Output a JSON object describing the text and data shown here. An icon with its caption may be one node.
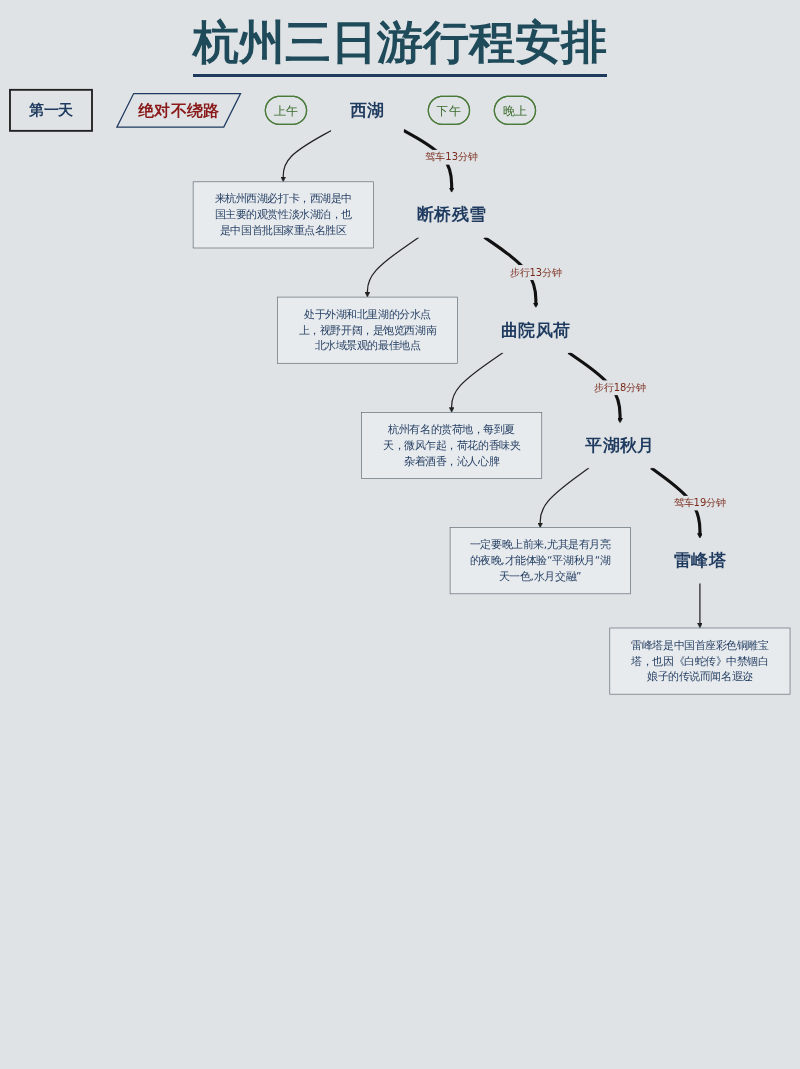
{
  "diagram": {
    "title": "杭州三日游行程安排",
    "nodes": [
      {
        "text": [
          "第一天"
        ]
      },
      {
        "text": [
          "绝对不绕路"
        ]
      },
      {
        "text": [
          "上午"
        ]
      },
      {
        "text": [
          "西湖"
        ]
      },
      {
        "text": [
          "来杭州西湖必打卡，西湖是中国主要的观赏性淡水湖泊，也是中国首批国家重点名胜区"
        ]
      },
      {
        "text": [
          "下午"
        ]
      },
      {
        "text": [
          "断桥残雪"
        ]
      },
      {
        "text": [
          "处于外湖和北里湖的分水点上，视野开阔，是饱览西湖南北水域景观的最佳地点"
        ]
      },
      {
        "text": [
          "曲院风荷"
        ]
      },
      {
        "text": [
          "杭州有名的赏荷地，每到夏天，微风乍起，荷花的香味夹杂着酒香，沁人心脾"
        ]
      },
      {
        "text": [
          "晚上"
        ]
      },
      {
        "text": [
          "平湖秋月"
        ]
      },
      {
        "text": [
          "一定要晚上前来,尤其是有月亮的夜晚,才能体验“平湖秋月“湖天一色,水月交融”"
        ]
      },
      {
        "text": [
          "雷峰塔"
        ]
      },
      {
        "text": [
          "雷峰塔是中国首座彩色铜雕宝塔，也因《白蛇传》中禁锢白娘子的传说而闻名遐迩"
        ]
      }
    ],
    "edges": [
      {
        "from": 3,
        "to": 4,
        "arrow": "to"
      },
      {
        "from": 3,
        "to": 6,
        "arrow": "to",
        "label": "驾车13分钟",
        "style": "thick"
      },
      {
        "from": 6,
        "to": 7,
        "arrow": "to"
      },
      {
        "from": 6,
        "to": 8,
        "arrow": "to",
        "label": "步行13分钟",
        "style": "thick"
      },
      {
        "from": 8,
        "to": 9,
        "arrow": "to"
      },
      {
        "from": 8,
        "to": 11,
        "arrow": "to",
        "label": "步行18分钟",
        "style": "thick"
      },
      {
        "from": 11,
        "to": 12,
        "arrow": "to"
      },
      {
        "from": 11,
        "to": 13,
        "arrow": "to",
        "label": "驾车19分钟",
        "style": "thick"
      },
      {
        "from": 13,
        "to": 14,
        "arrow": "to"
      }
    ]
  }
}
